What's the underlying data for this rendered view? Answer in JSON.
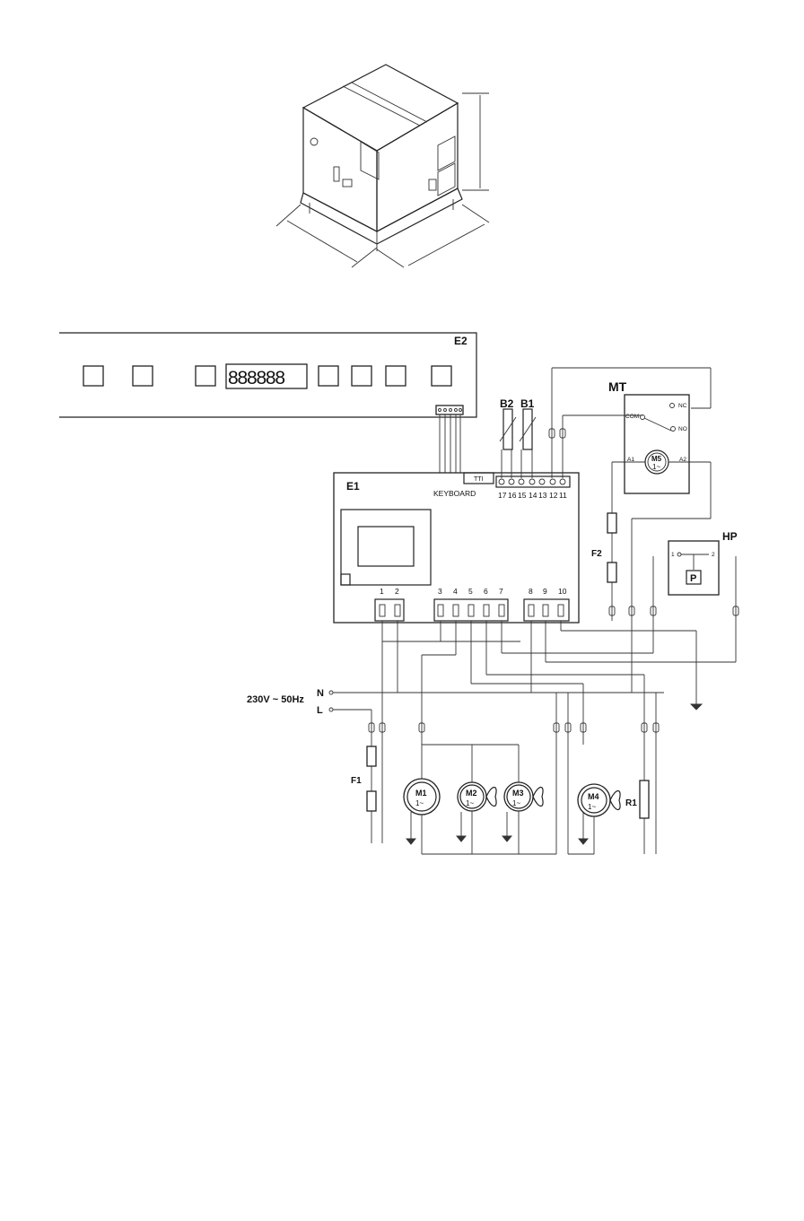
{
  "panel_label": "E2",
  "display_digits": "888888",
  "controller_label": "E1",
  "keyboard_label": "KEYBOARD",
  "tti_label": "TTI",
  "probe_labels": [
    "B2",
    "B1"
  ],
  "sensor_terminals": [
    "17",
    "16",
    "15",
    "14",
    "13",
    "12",
    "11"
  ],
  "power_terminals": [
    "1",
    "2",
    "3",
    "4",
    "5",
    "6",
    "7",
    "8",
    "9",
    "10"
  ],
  "mt": {
    "label": "MT",
    "nc": "NC",
    "com": "COM",
    "no": "NO",
    "a1": "A1",
    "a2": "A2"
  },
  "hp": {
    "label": "HP",
    "pin1": "1",
    "pin2": "2",
    "p": "P"
  },
  "motors": {
    "m5": {
      "label": "M5",
      "sub": "1~"
    },
    "m1": {
      "label": "M1",
      "sub": "1~"
    },
    "m2": {
      "label": "M2",
      "sub": "1~"
    },
    "m3": {
      "label": "M3",
      "sub": "1~"
    },
    "m4": {
      "label": "M4",
      "sub": "1~"
    }
  },
  "fuse_labels": {
    "f1": "F1",
    "f2": "F2"
  },
  "resistor_label": "R1",
  "supply": {
    "voltage": "230V ~ 50Hz",
    "neutral": "N",
    "line": "L"
  }
}
